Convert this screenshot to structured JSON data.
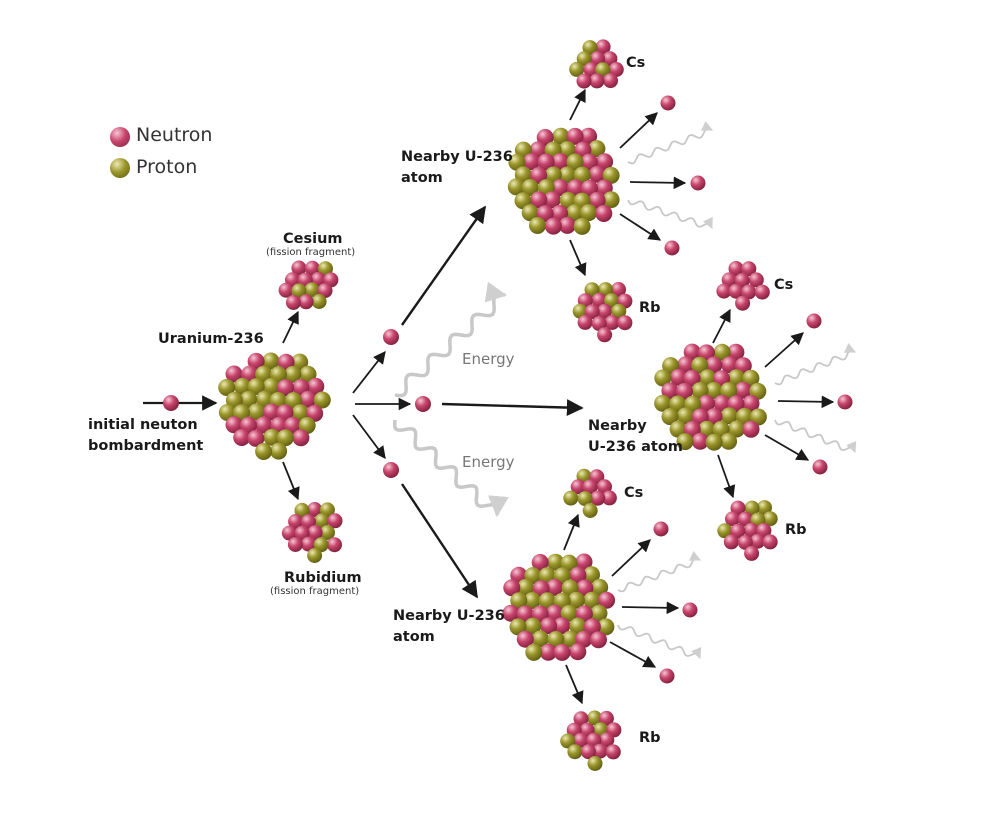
{
  "colors": {
    "neutron": "#b5345a",
    "neutron_highlight": "#f4b8cb",
    "proton": "#8b8720",
    "proton_highlight": "#e2dfa3",
    "arrow": "#1a1a1a",
    "energy_wave": "#c8c8c8"
  },
  "legend": {
    "neutron_label": "Neutron",
    "proton_label": "Proton"
  },
  "labels": {
    "initial_line1": "initial neuton",
    "initial_line2": "bombardment",
    "uranium": "Uranium-236",
    "cesium": "Cesium",
    "cesium_sub": "(fission fragment)",
    "rubidium": "Rubidium",
    "rubidium_sub": "(fission fragment)",
    "energy_top": "Energy",
    "energy_bottom": "Energy",
    "nearby_top_line1": "Nearby U-236",
    "nearby_top_line2": "atom",
    "nearby_mid_line1": "Nearby",
    "nearby_mid_line2": "U-236 atom",
    "nearby_bot_line1": "Nearby U-236",
    "nearby_bot_line2": "atom",
    "cs_top": "Cs",
    "rb_top": "Rb",
    "cs_mid": "Cs",
    "rb_mid": "Rb",
    "cs_bot": "Cs",
    "rb_bot": "Rb"
  }
}
